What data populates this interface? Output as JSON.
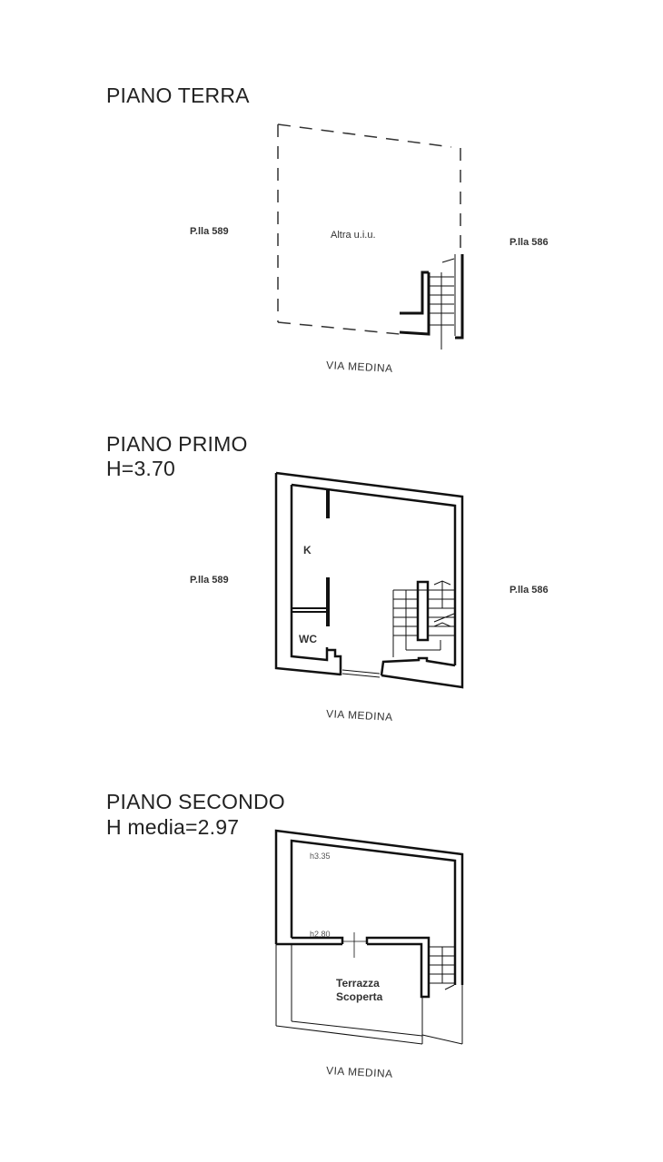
{
  "floors": [
    {
      "title": "PIANO TERRA",
      "height_label": "",
      "left_parcel": "P.lla 589",
      "right_parcel": "P.lla 586",
      "room_label": "Altra u.i.u.",
      "street": "VIA MEDINA"
    },
    {
      "title": "PIANO PRIMO",
      "height_label": "H=3.70",
      "left_parcel": "P.lla 589",
      "right_parcel": "P.lla 586",
      "rooms": [
        "K",
        "WC"
      ],
      "street": "VIA MEDINA"
    },
    {
      "title": "PIANO SECONDO",
      "height_label": "H media=2.97",
      "room_label_line1": "Terrazza",
      "room_label_line2": "Scoperta",
      "height_marks": [
        "h3.35",
        "h2.80"
      ],
      "street": "VIA MEDINA"
    }
  ],
  "colors": {
    "line": "#1a1a1a",
    "background": "#ffffff"
  }
}
